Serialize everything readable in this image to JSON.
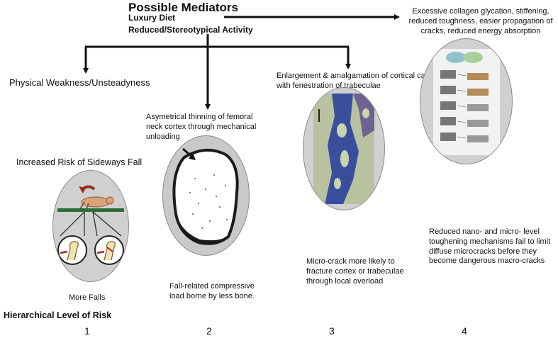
{
  "mediators": {
    "title": "Possible Mediators",
    "line1": "Luxury Diet",
    "line2": "Reduced/Stereotypical Activity"
  },
  "labels": {
    "weakness": "Physical Weakness/Unsteadyness",
    "thinning": "Asymetrical thinning of femoral neck cortex through mechanical unloading",
    "enlargement": "Enlargement & amalgamation of cortical canals with fenestration of trabeculae",
    "collagen": "Excessive collagen glycation, stiffening, reduced toughness, easier propagation of cracks, reduced energy absorption",
    "sideways": "Increased Risk of Sideways Fall",
    "more_falls": "More Falls",
    "fall_related": "Fall-related compressive load borne by less bone.",
    "micro_crack": "Micro-crack more likely to fracture cortex or trabeculae through local overload",
    "reduced_nano": "Reduced nano- and micro- level toughening mechanisms fail to limit diffuse microcracks before they become dangerous macro-cracks"
  },
  "levels": {
    "title": "Hierarchical Level of Risk",
    "items": [
      "1",
      "2",
      "3",
      "4"
    ]
  },
  "colors": {
    "oval_fill": "#d0d0d0",
    "arrow": "#111111",
    "stain_blue": "#3a4f9c",
    "stain_purple": "#5b4a8f",
    "bone_black": "#1a1a1a",
    "green_bar": "#2e6b3a",
    "red_arrow": "#9b2a1e"
  }
}
